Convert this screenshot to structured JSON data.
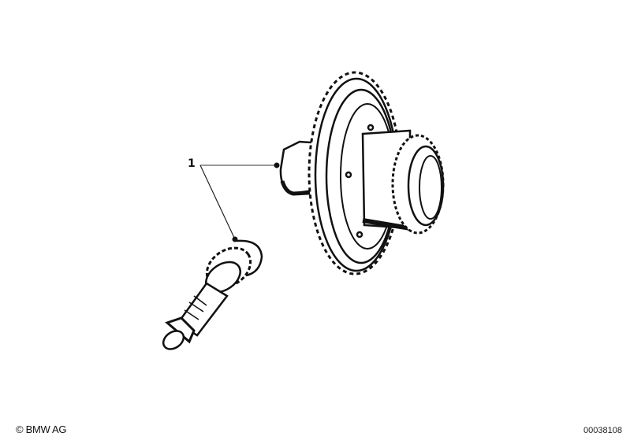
{
  "diagram": {
    "callouts": [
      {
        "number": "1",
        "targets": [
          "differential-carrier-ring-gear",
          "drive-pinion-shaft"
        ]
      }
    ],
    "parts": [
      {
        "name": "differential-carrier-ring-gear"
      },
      {
        "name": "drive-pinion-shaft"
      }
    ]
  },
  "footer": {
    "copyright": "© BMW AG",
    "image_id": "00038108"
  },
  "colors": {
    "line": "#111111",
    "leader": "#777777",
    "background": "#ffffff"
  }
}
